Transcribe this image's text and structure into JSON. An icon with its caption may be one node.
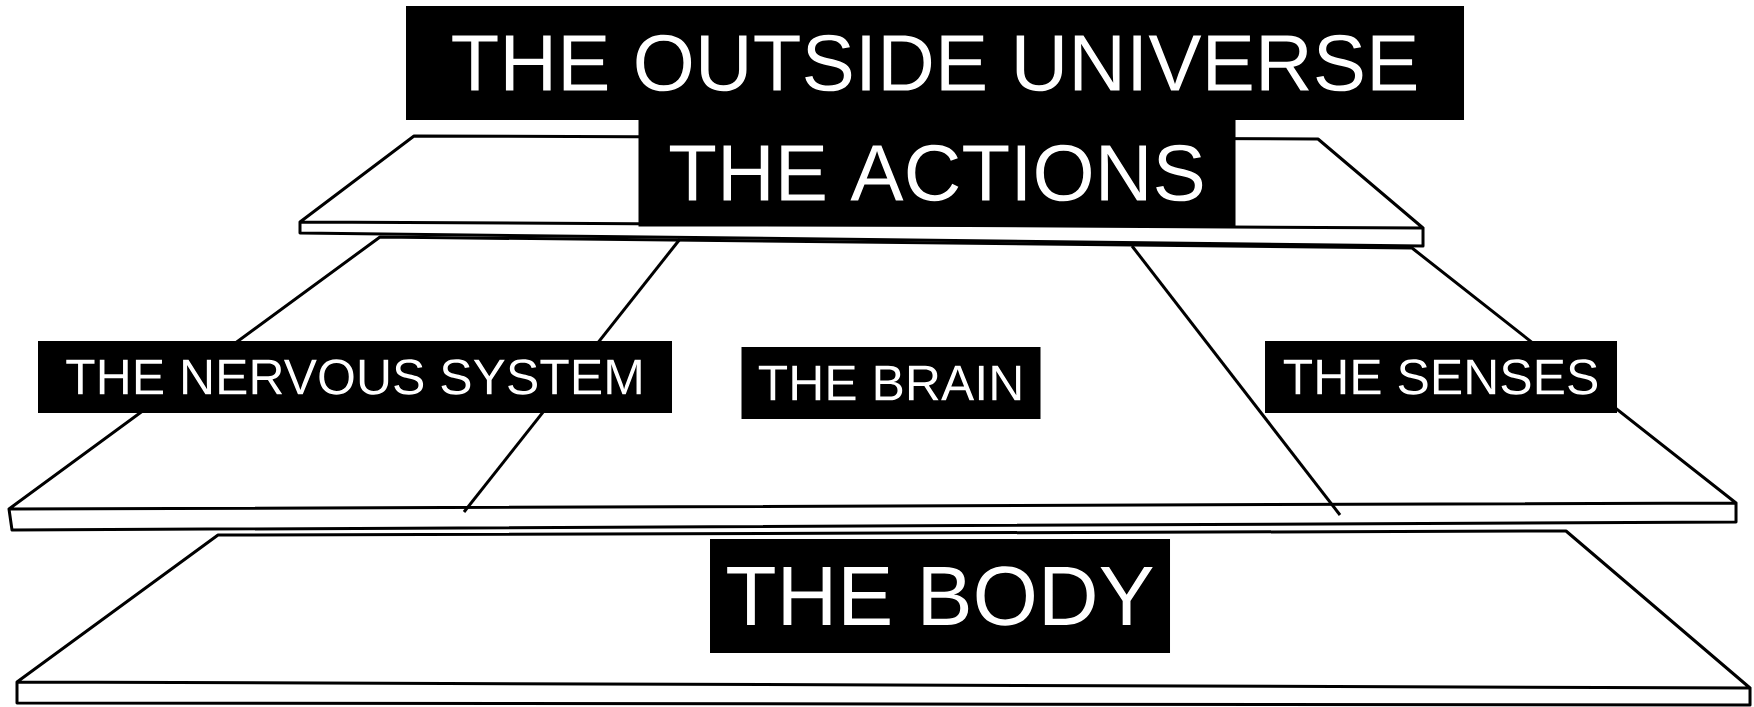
{
  "diagram": {
    "nodes": [
      {
        "text": [
          "THE OUTSIDE UNIVERSE"
        ]
      },
      {
        "text": [
          "THE ACTIONS"
        ]
      },
      {
        "text": [
          "THE NERVOUS SYSTEM"
        ]
      },
      {
        "text": [
          "THE BRAIN"
        ]
      },
      {
        "text": [
          "THE SENSES"
        ]
      },
      {
        "text": [
          "THE BODY"
        ]
      }
    ]
  }
}
